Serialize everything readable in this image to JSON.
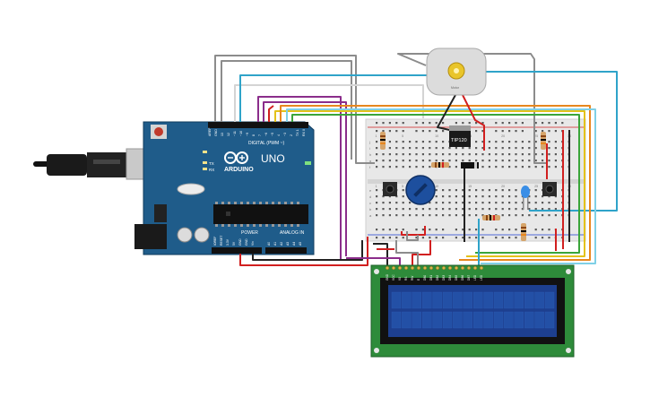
{
  "arduino": {
    "brand": "ARDUINO",
    "model": "UNO",
    "digital_label": "DIGITAL (PWM ~)",
    "power_label": "POWER",
    "analog_label": "ANALOG IN",
    "tx_label": "TX",
    "rx_label": "RX",
    "top_pins": [
      "AREF",
      "GND",
      "13",
      "12",
      "~11",
      "~10",
      "~9",
      "8",
      "7",
      "~6",
      "~5",
      "4",
      "~3",
      "2",
      "TX 1",
      "RX 0"
    ],
    "power_pins": [
      "IOREF",
      "RESET",
      "3.3V",
      "5V",
      "GND",
      "GND",
      "Vin"
    ],
    "analog_pins": [
      "A0",
      "A1",
      "A2",
      "A3",
      "A4",
      "A5"
    ]
  },
  "transistor": {
    "label": "TIP120"
  },
  "motor": {
    "label": "Motor"
  },
  "breadboard": {
    "row_letters_top": [
      "j",
      "i",
      "h",
      "g",
      "f"
    ],
    "row_letters_bottom": [
      "e",
      "d",
      "c",
      "b",
      "a"
    ],
    "col_numbers": [
      "1",
      "5",
      "10",
      "15",
      "20",
      "25",
      "30"
    ]
  },
  "lcd": {
    "pins": [
      "GND",
      "VCC",
      "V0",
      "RS",
      "RW",
      "E",
      "DB0",
      "DB1",
      "DB2",
      "DB3",
      "DB4",
      "DB5",
      "DB6",
      "DB7",
      "LED",
      "LED"
    ]
  },
  "colors": {
    "board": "#1f5c8a",
    "board_light": "#2b6fa3",
    "lcd_pcb": "#2e8b3a",
    "lcd_screen": "#1d3f8f",
    "wire_gray": "#8c8c8c",
    "wire_blue": "#2fa3c9",
    "wire_purple": "#8b2d8b",
    "wire_red": "#d11f1f",
    "wire_yellow": "#e3c21a",
    "wire_green": "#3aa53a",
    "wire_orange": "#e8871e",
    "wire_black": "#222222"
  }
}
